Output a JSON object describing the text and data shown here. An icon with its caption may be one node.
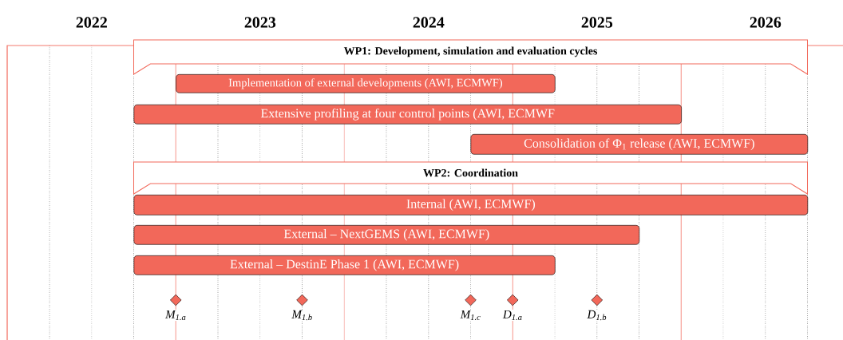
{
  "diagram": {
    "nodes": [
      {
        "text": [
          "WP1: Development, simulation and evaluation cycles"
        ]
      },
      {
        "text": [
          "Implementation of external developments (AWI, ECMWF)"
        ]
      },
      {
        "text": [
          "Extensive profiling at four control points (AWI, ECMWF"
        ]
      },
      {
        "text": [
          "Consolidation of Φ$_{1}$ release (AWI, ECMWF)"
        ]
      },
      {
        "text": [
          "WP2: Coordination"
        ]
      },
      {
        "text": [
          "Internal (AWI, ECMWF)"
        ]
      },
      {
        "text": [
          "External – NextGEMS (AWI, ECMWF)"
        ]
      },
      {
        "text": [
          "External – DestinE Phase 1 (AWI, ECMWF)"
        ]
      },
      {
        "text": [],
        "shape": "diamond",
        "beside": [
          "M$_{1.a}$"
        ]
      },
      {
        "text": [],
        "shape": "diamond",
        "beside": [
          "M$_{1.b}$"
        ]
      },
      {
        "text": [],
        "shape": "diamond",
        "beside": [
          "M$_{1.c}$"
        ]
      },
      {
        "text": [],
        "shape": "diamond",
        "beside": [
          "D$_{1.a}$"
        ]
      },
      {
        "text": [],
        "shape": "diamond",
        "beside": [
          "D$_{1.b}$"
        ]
      }
    ],
    "labels": [
      "2022",
      "2023",
      "2024",
      "2025",
      "2026"
    ]
  }
}
